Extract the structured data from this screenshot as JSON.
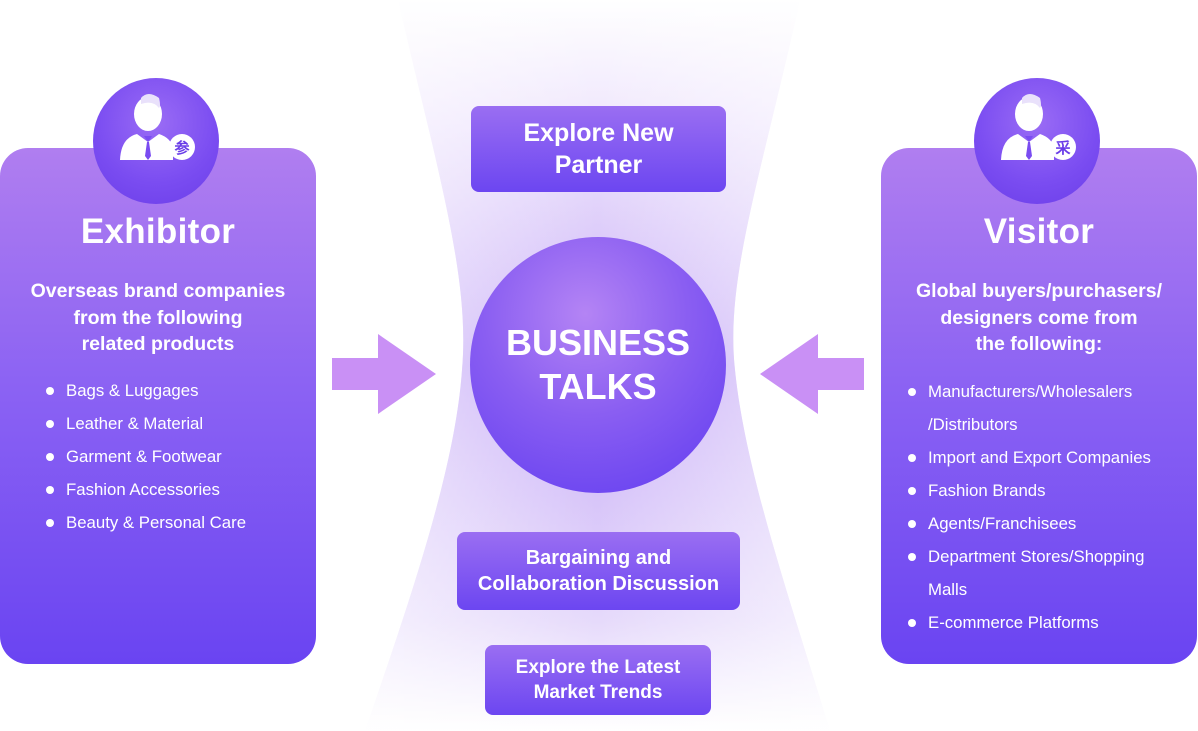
{
  "colors": {
    "card_top": "#b07ef0",
    "card_bottom": "#6a44f2",
    "arrow": "#c990f5",
    "hourglass_light": "#f3ecfd",
    "hourglass_mid": "#cbb3f7"
  },
  "exhibitor": {
    "icon": "person-with-badge-icon",
    "badge_char": "参",
    "title": "Exhibitor",
    "subtitle": [
      "Overseas brand companies",
      "from the following",
      "related products"
    ],
    "items": [
      "Bags & Luggages",
      "Leather & Material",
      "Garment & Footwear",
      "Fashion Accessories",
      "Beauty & Personal Care"
    ]
  },
  "visitor": {
    "icon": "person-with-badge-icon",
    "badge_char": "采",
    "title": "Visitor",
    "subtitle": [
      "Global buyers/purchasers/",
      "designers come from",
      "the following:"
    ],
    "items": [
      "Manufacturers/Wholesalers",
      "/Distributors",
      "Import and Export Companies",
      "Fashion Brands",
      "Agents/Franchisees",
      "Department Stores/Shopping",
      "Malls",
      "E-commerce Platforms"
    ]
  },
  "center": {
    "top_pill": [
      "Explore New",
      "Partner"
    ],
    "circle": [
      "BUSINESS",
      "TALKS"
    ],
    "middle_pill": [
      "Bargaining and",
      "Collaboration Discussion"
    ],
    "bottom_pill": [
      "Explore the Latest",
      "Market Trends"
    ]
  },
  "arrows": {
    "left": "arrow-right-icon",
    "right": "arrow-left-icon"
  }
}
